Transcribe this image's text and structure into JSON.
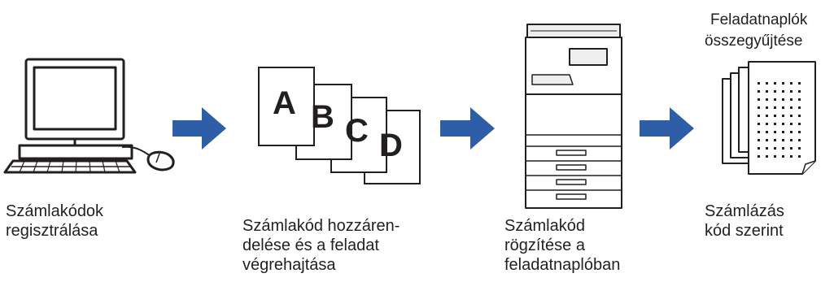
{
  "steps": [
    {
      "label": "Számlakódok\nregisztrálása"
    },
    {
      "label": "Számlakód hozzáren-\ndelése és a feladat\nvégrehajtása"
    },
    {
      "label": "Számlakód\nrögzítése a\nfeladatnaplóban"
    },
    {
      "label": "Számlázás\nkód szerint"
    }
  ],
  "doc_letters": [
    "A",
    "B",
    "C",
    "D"
  ],
  "log_caption": "Feladatnaplók\nösszegyűjtése",
  "colors": {
    "arrow": "#2f5ea8",
    "line": "#231f20",
    "panel": "#eeeeee"
  }
}
